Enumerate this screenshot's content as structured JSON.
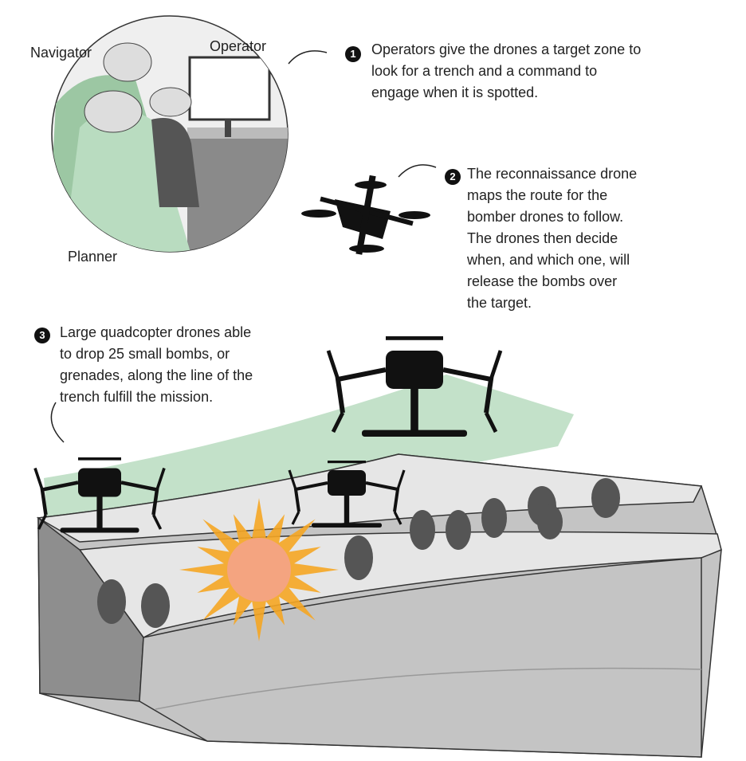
{
  "labels": {
    "navigator": "Navigator",
    "operator": "Operator",
    "planner": "Planner"
  },
  "steps": [
    {
      "number": "1",
      "lines": [
        "Operators give the drones a target zone to",
        "look for a trench and a command to",
        "engage when it is spotted."
      ]
    },
    {
      "number": "2",
      "lines": [
        "The reconnaissance drone",
        "maps the route for the",
        "bomber drones to follow.",
        "The drones then decide",
        "when, and which one, will",
        "release the bombs over",
        "the target."
      ]
    },
    {
      "number": "3",
      "lines": [
        "Large quadcopter drones able",
        "to drop 25 small bombs, or",
        "grenades, along the line of the",
        "trench fulfill the mission."
      ]
    }
  ],
  "colors": {
    "green": "#b9dcc0",
    "terrain_light": "#e6e6e6",
    "terrain_mid": "#c4c4c4",
    "terrain_dark": "#8e8e8e",
    "soldier": "#555555",
    "explosion": "#f5a623"
  }
}
